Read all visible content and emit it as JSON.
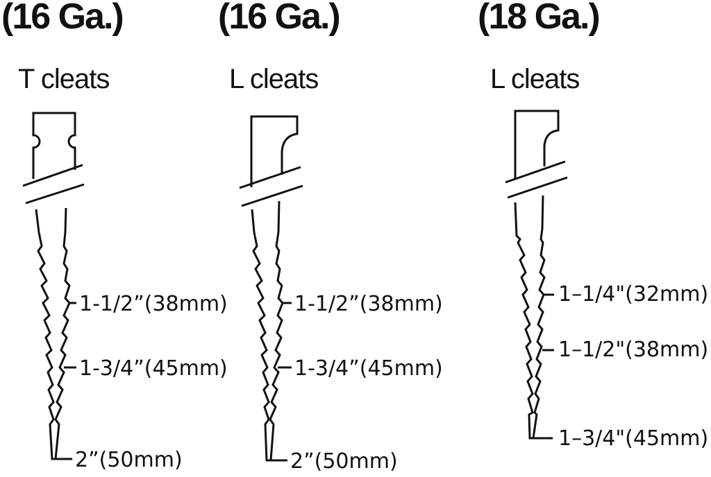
{
  "columns": [
    {
      "gauge": "(16 Ga.)",
      "type": "T cleats",
      "lengths": [
        "1-1/2”(38mm)",
        "1-3/4”(45mm)",
        "2”(50mm)"
      ]
    },
    {
      "gauge": "(16 Ga.)",
      "type": "L cleats",
      "lengths": [
        "1-1/2”(38mm)",
        "1-3/4”(45mm)",
        "2”(50mm)"
      ]
    },
    {
      "gauge": "(18 Ga.)",
      "type": "L cleats",
      "lengths": [
        "1–1/4\"(32mm)",
        "1–1/2\"(38mm)",
        "1–3/4\"(45mm)"
      ]
    }
  ],
  "line_color": "#111111"
}
